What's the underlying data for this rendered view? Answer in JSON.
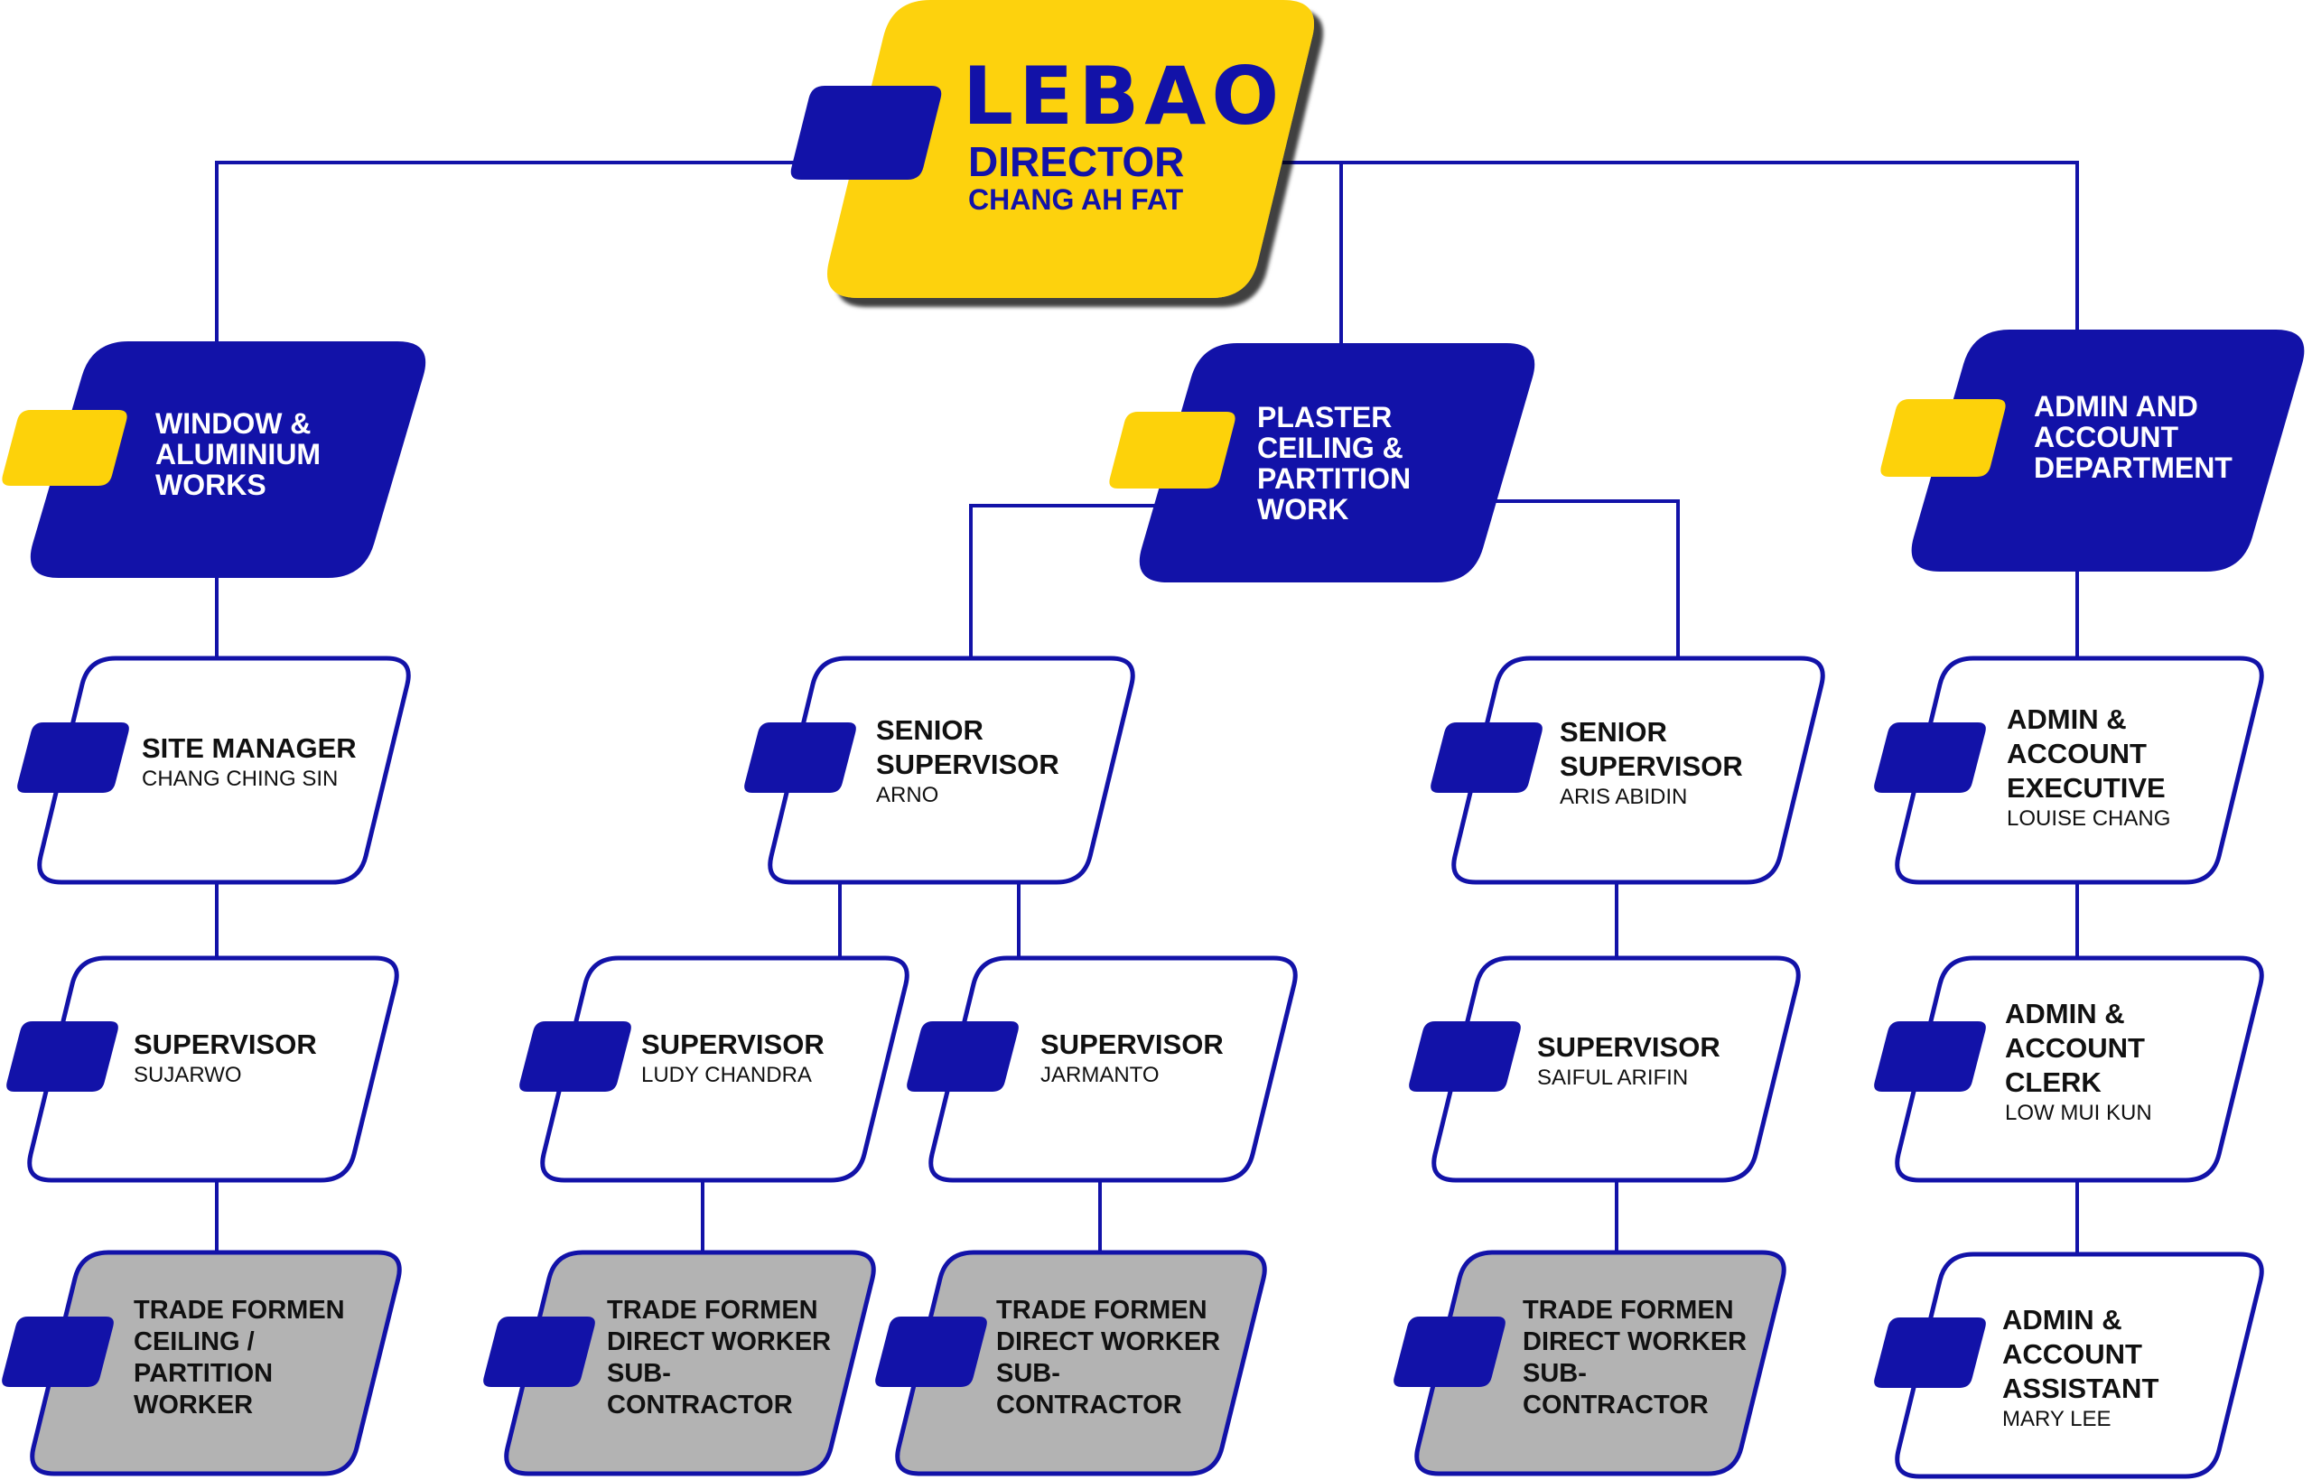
{
  "brand": {
    "logo_text": "LEBAO",
    "navy": "#1212A8",
    "yellow": "#FDD20A",
    "grey": "#B3B3B3"
  },
  "director": {
    "title": "DIRECTOR",
    "name": "CHANG AH FAT"
  },
  "departments": [
    {
      "title": "WINDOW &\nALUMINIUM\nWORKS"
    },
    {
      "title": "PLASTER\nCEILING &\nPARTITION\nWORK"
    },
    {
      "title": "ADMIN AND\nACCOUNT\nDEPARTMENT"
    }
  ],
  "staff": [
    {
      "title": "SITE MANAGER",
      "name": "CHANG CHING SIN"
    },
    {
      "title": "SENIOR\nSUPERVISOR",
      "name": "ARNO"
    },
    {
      "title": "SENIOR\nSUPERVISOR",
      "name": "ARIS ABIDIN"
    },
    {
      "title": "ADMIN &\nACCOUNT\nEXECUTIVE",
      "name": "LOUISE CHANG"
    },
    {
      "title": "SUPERVISOR",
      "name": "SUJARWO"
    },
    {
      "title": "SUPERVISOR",
      "name": "LUDY CHANDRA"
    },
    {
      "title": "SUPERVISOR",
      "name": "JARMANTO"
    },
    {
      "title": "SUPERVISOR",
      "name": "SAIFUL ARIFIN"
    },
    {
      "title": "ADMIN &\nACCOUNT\nCLERK",
      "name": "LOW MUI KUN"
    },
    {
      "title": "ADMIN &\nACCOUNT\nASSISTANT",
      "name": "MARY LEE"
    }
  ],
  "workers": [
    {
      "title": "TRADE FORMEN\nCEILING /\nPARTITION\nWORKER"
    },
    {
      "title": "TRADE FORMEN\nDIRECT WORKER\nSUB-\nCONTRACTOR"
    },
    {
      "title": "TRADE FORMEN\nDIRECT WORKER\nSUB-\nCONTRACTOR"
    },
    {
      "title": "TRADE FORMEN\nDIRECT WORKER\nSUB-\nCONTRACTOR"
    }
  ]
}
